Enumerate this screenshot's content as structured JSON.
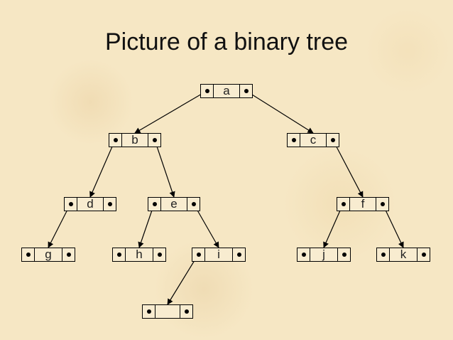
{
  "title": "Picture of a binary tree",
  "nodes": [
    {
      "id": "a",
      "label": "a"
    },
    {
      "id": "b",
      "label": "b"
    },
    {
      "id": "c",
      "label": "c"
    },
    {
      "id": "d",
      "label": "d"
    },
    {
      "id": "e",
      "label": "e"
    },
    {
      "id": "f",
      "label": "f"
    },
    {
      "id": "g",
      "label": "g"
    },
    {
      "id": "h",
      "label": "h"
    },
    {
      "id": "i",
      "label": "i"
    },
    {
      "id": "j",
      "label": "j"
    },
    {
      "id": "k",
      "label": "k"
    },
    {
      "id": "empty",
      "label": ""
    }
  ],
  "edges": [
    {
      "from": "a",
      "to": "b",
      "side": "left"
    },
    {
      "from": "a",
      "to": "c",
      "side": "right"
    },
    {
      "from": "b",
      "to": "d",
      "side": "left"
    },
    {
      "from": "b",
      "to": "e",
      "side": "right"
    },
    {
      "from": "c",
      "to": "f",
      "side": "right"
    },
    {
      "from": "d",
      "to": "g",
      "side": "left"
    },
    {
      "from": "e",
      "to": "h",
      "side": "left"
    },
    {
      "from": "e",
      "to": "i",
      "side": "right"
    },
    {
      "from": "f",
      "to": "j",
      "side": "left"
    },
    {
      "from": "f",
      "to": "k",
      "side": "right"
    },
    {
      "from": "i",
      "to": "empty",
      "side": "left"
    }
  ]
}
